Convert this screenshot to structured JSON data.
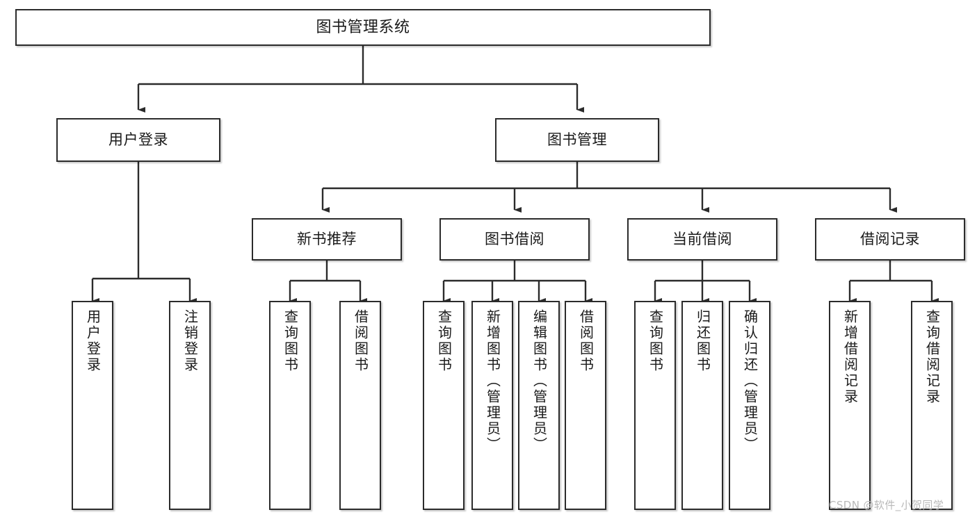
{
  "diagram": {
    "title": "图书管理系统",
    "type": "tree-hierarchy-chart",
    "stroke_color": "#2b2b2b",
    "fill_color": "#ffffff",
    "text_color": "#1a1a1a"
  },
  "nodes": {
    "root": {
      "label": "图书管理系统"
    },
    "level2": [
      {
        "id": "user-login",
        "label": "用户登录"
      },
      {
        "id": "book-management",
        "label": "图书管理"
      }
    ],
    "level3": [
      {
        "id": "new-book-recommend",
        "label": "新书推荐"
      },
      {
        "id": "book-borrow",
        "label": "图书借阅"
      },
      {
        "id": "current-borrow",
        "label": "当前借阅"
      },
      {
        "id": "borrow-record",
        "label": "借阅记录"
      }
    ],
    "leaves": [
      {
        "id": "leaf-user-login",
        "label": "用户登录",
        "parent": "user-login"
      },
      {
        "id": "leaf-logout-login",
        "label": "注销登录",
        "parent": "user-login"
      },
      {
        "id": "leaf-query-book-1",
        "label": "查询图书",
        "parent": "new-book-recommend"
      },
      {
        "id": "leaf-borrow-book-1",
        "label": "借阅图书",
        "parent": "new-book-recommend"
      },
      {
        "id": "leaf-query-book-2",
        "label": "查询图书",
        "parent": "book-borrow"
      },
      {
        "id": "leaf-add-book",
        "label": "新增图书（管理员）",
        "parent": "book-borrow"
      },
      {
        "id": "leaf-edit-book",
        "label": "编辑图书（管理员）",
        "parent": "book-borrow"
      },
      {
        "id": "leaf-borrow-book-2",
        "label": "借阅图书",
        "parent": "book-borrow"
      },
      {
        "id": "leaf-query-book-3",
        "label": "查询图书",
        "parent": "current-borrow"
      },
      {
        "id": "leaf-return-book",
        "label": "归还图书",
        "parent": "current-borrow"
      },
      {
        "id": "leaf-confirm-return",
        "label": "确认归还（管理员）",
        "parent": "current-borrow"
      },
      {
        "id": "leaf-add-record",
        "label": "新增借阅记录",
        "parent": "borrow-record"
      },
      {
        "id": "leaf-query-record",
        "label": "查询借阅记录",
        "parent": "borrow-record"
      }
    ]
  },
  "watermark": {
    "text": "CSDN @软件_小贺同学"
  }
}
